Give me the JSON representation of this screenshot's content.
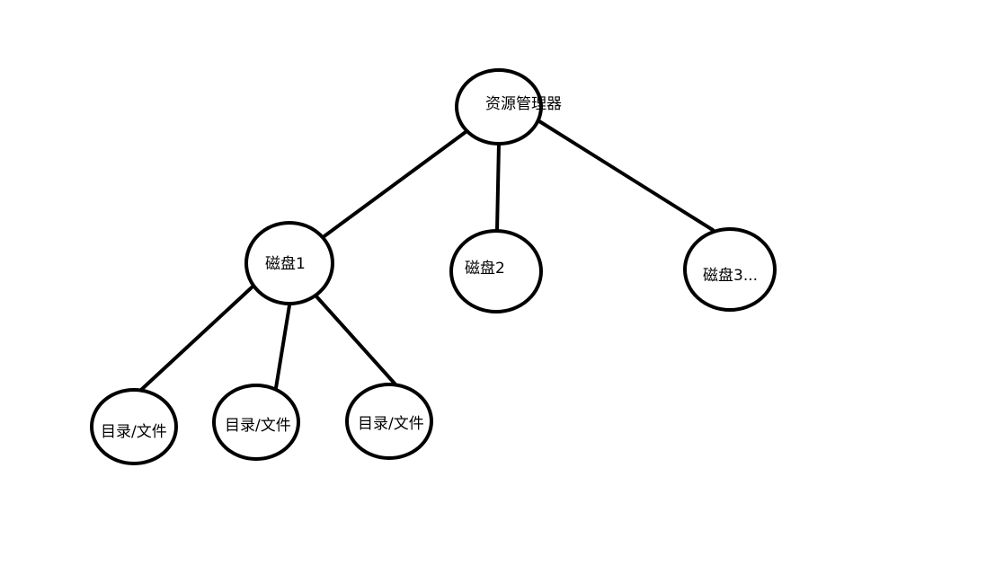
{
  "nodes": {
    "root": {
      "label": "资源管理器"
    },
    "disk1": {
      "label": "磁盘1"
    },
    "disk2": {
      "label": "磁盘2"
    },
    "disk3": {
      "label": "磁盘3..."
    },
    "item1": {
      "label": "目录/文件"
    },
    "item2": {
      "label": "目录/文件"
    },
    "item3": {
      "label": "目录/文件"
    }
  },
  "edges": [
    {
      "from": "root",
      "to": "disk1"
    },
    {
      "from": "root",
      "to": "disk2"
    },
    {
      "from": "root",
      "to": "disk3"
    },
    {
      "from": "disk1",
      "to": "item1"
    },
    {
      "from": "disk1",
      "to": "item2"
    },
    {
      "from": "disk1",
      "to": "item3"
    }
  ],
  "colors": {
    "stroke": "#000000",
    "background": "#ffffff"
  }
}
